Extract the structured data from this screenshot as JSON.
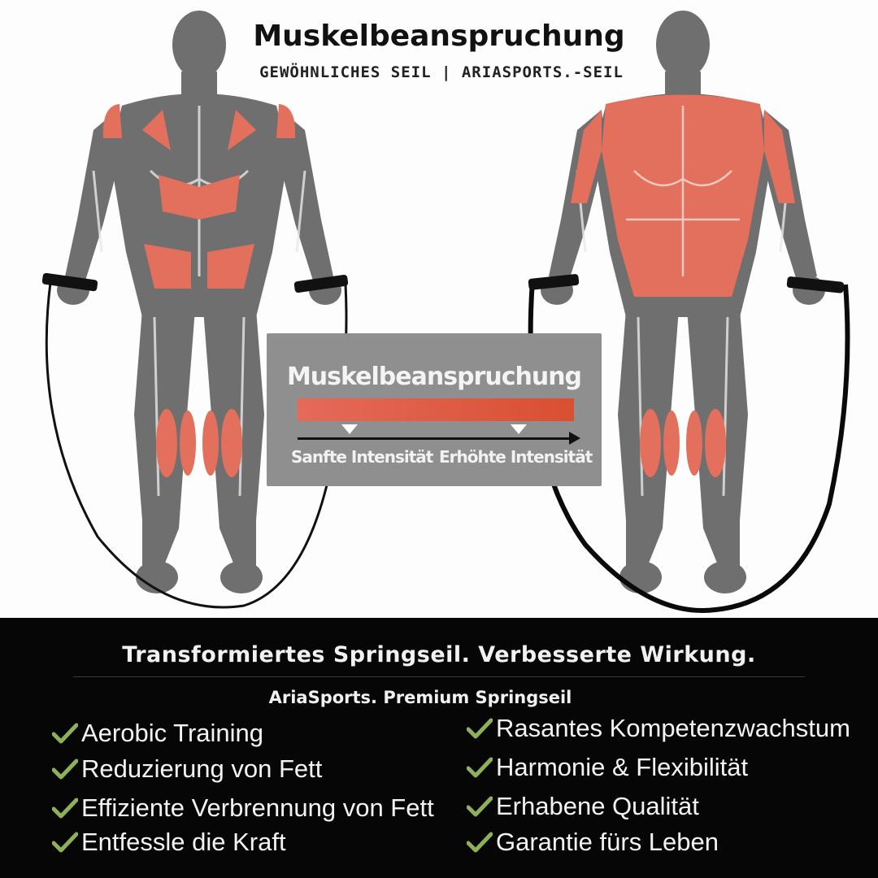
{
  "header": {
    "title": "Muskelbeanspruchung",
    "subtitle": "GEWÖHNLICHES SEIL  |  ARIASPORTS.-SEIL"
  },
  "intensity_panel": {
    "title": "Muskelbeanspruchung",
    "low_label": "Sanfte Intensität",
    "high_label": "Erhöhte Intensität"
  },
  "footer": {
    "headline": "Transformiertes Springseil. Verbesserte Wirkung.",
    "product": "AriaSports. Premium Springseil",
    "features_left": [
      "Aerobic Training",
      "Reduzierung von Fett",
      "Effiziente Verbrennung von Fett",
      "Entfessle die Kraft"
    ],
    "features_right": [
      "Rasantes Kompetenzwachstum",
      "Harmonie & Flexibilität",
      "Erhabene Qualität",
      "Garantie fürs Leben"
    ]
  },
  "colors": {
    "muscle_red": "#e2705c",
    "body_gray": "#6f6f6f",
    "panel_gray": "#8f8f8f",
    "check_green": "#8fb05a",
    "footer_bg": "#060606"
  },
  "icons": {
    "feature_bullet": "check-icon"
  }
}
